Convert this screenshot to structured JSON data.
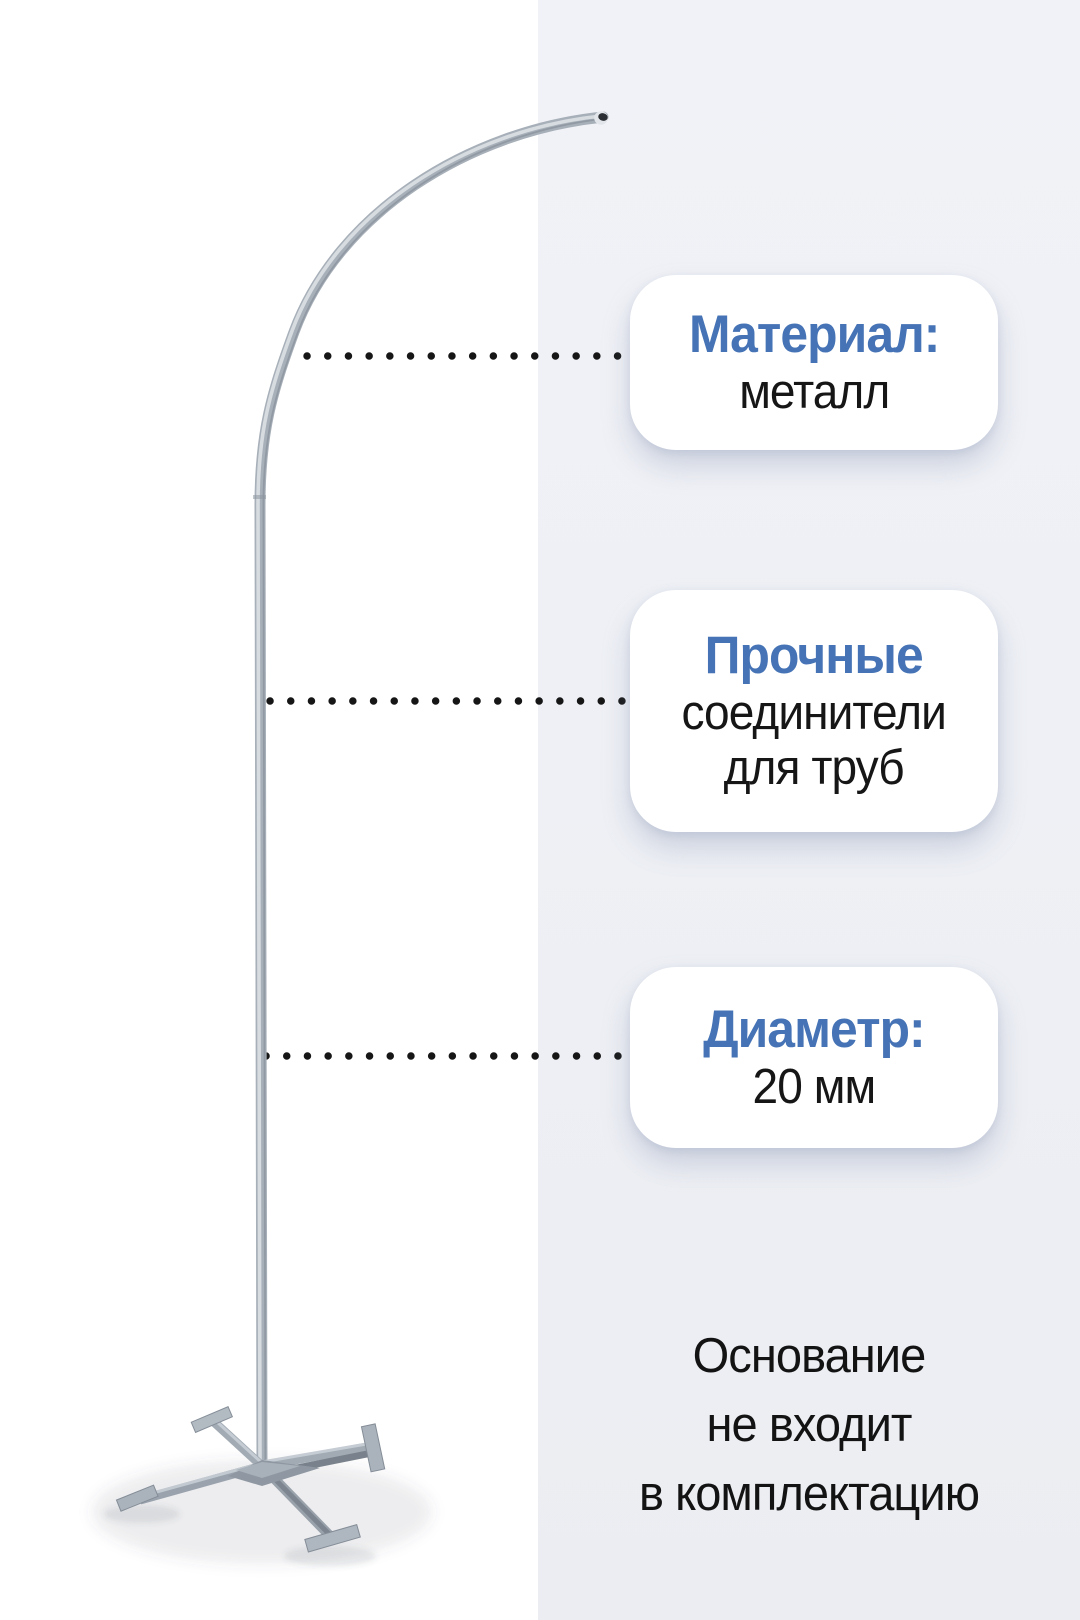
{
  "cards": [
    {
      "title": "Материал:",
      "lines": [
        "металл"
      ]
    },
    {
      "title": "Прочные",
      "lines": [
        "соединители",
        "для труб"
      ]
    },
    {
      "title": "Диаметр:",
      "lines": [
        "20 мм"
      ]
    }
  ],
  "note": {
    "lines": [
      "Основание",
      "не входит",
      "в комплектацию"
    ]
  },
  "colors": {
    "accent_blue": "#4573b5",
    "body_text": "#161616",
    "panel_bg": "#eef0f5",
    "card_bg": "#ffffff",
    "dot_color": "#161616",
    "pole_gray": "#a7afb8",
    "base_gray": "#9aa3ad"
  }
}
